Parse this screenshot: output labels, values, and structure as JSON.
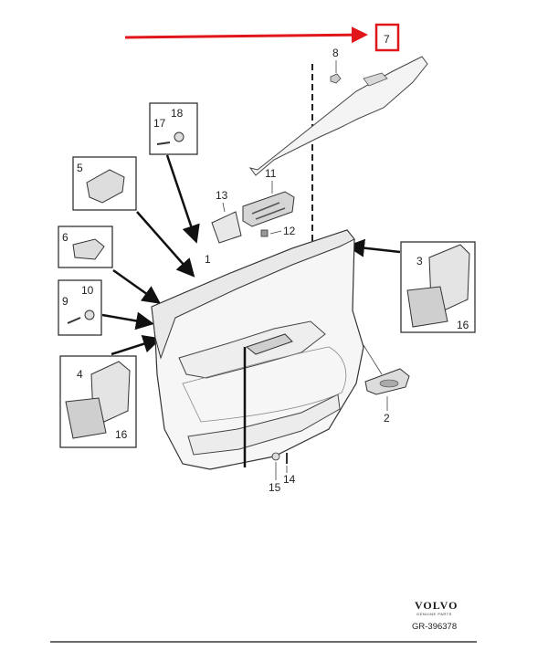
{
  "callouts": {
    "c1": "1",
    "c2": "2",
    "c3": "3",
    "c4": "4",
    "c5": "5",
    "c6": "6",
    "c7": "7",
    "c8": "8",
    "c9": "9",
    "c10": "10",
    "c11": "11",
    "c12": "12",
    "c13": "13",
    "c14": "14",
    "c15": "15",
    "c16a": "16",
    "c16b": "16",
    "c17": "17",
    "c18": "18"
  },
  "highlight_color": "#e0161b",
  "brand": {
    "name": "VOLVO",
    "subtitle": "GENUINE PARTS",
    "reference": "GR-396378"
  }
}
